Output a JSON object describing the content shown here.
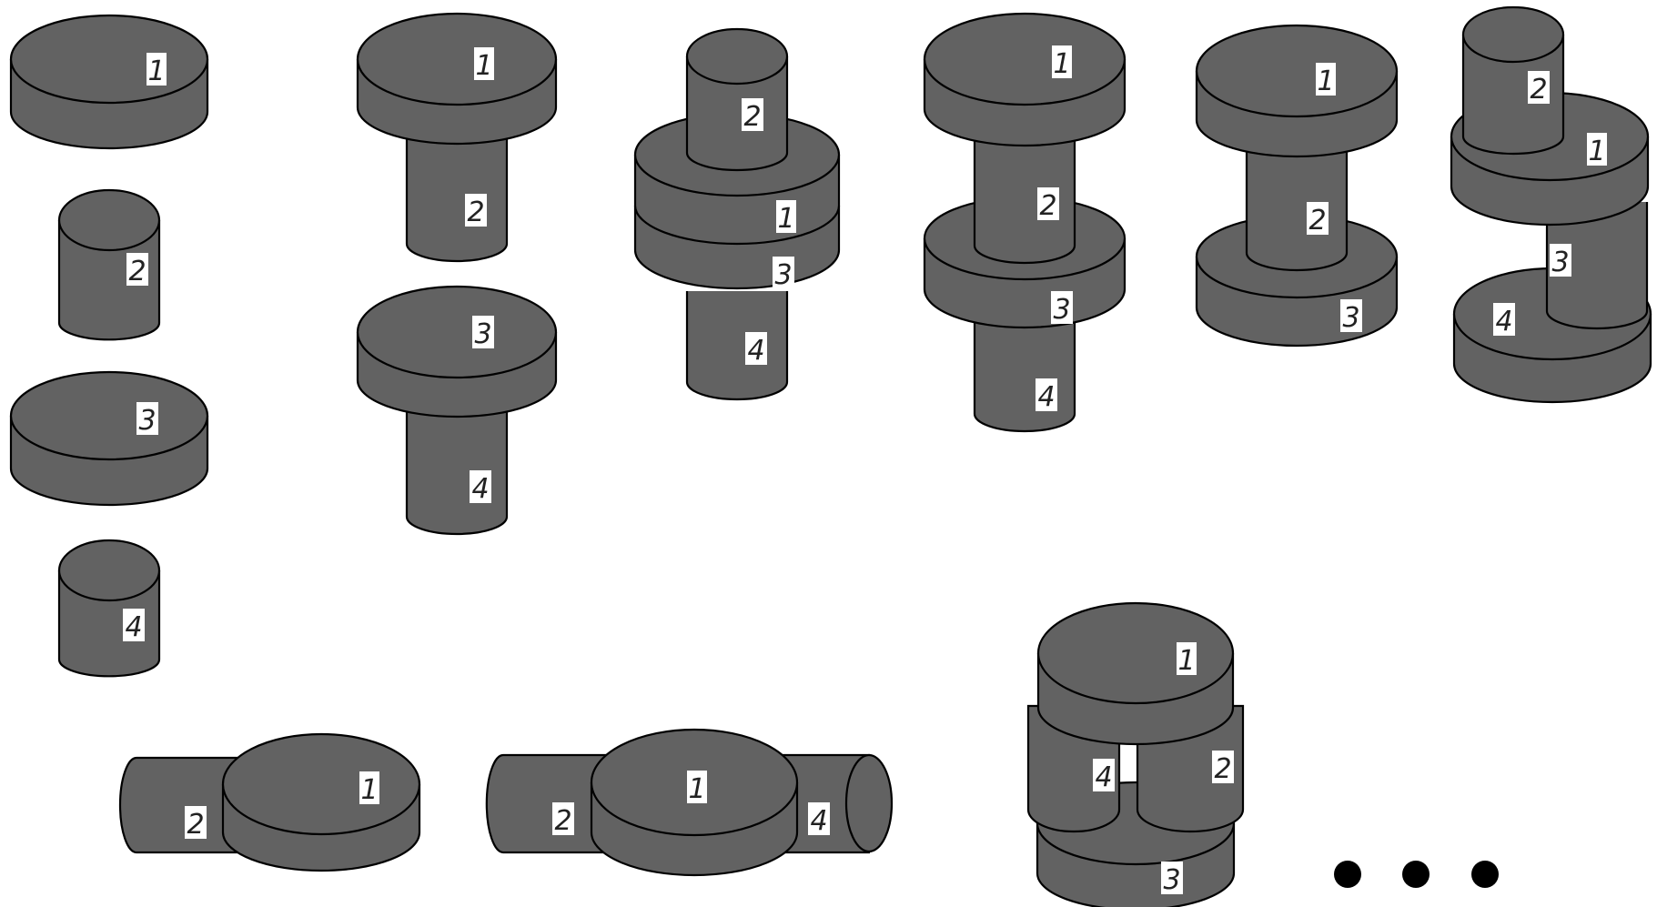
{
  "figure": {
    "labels": {
      "one": "1",
      "two": "2",
      "three": "3",
      "four": "4"
    },
    "ellipsis": "• • •"
  }
}
